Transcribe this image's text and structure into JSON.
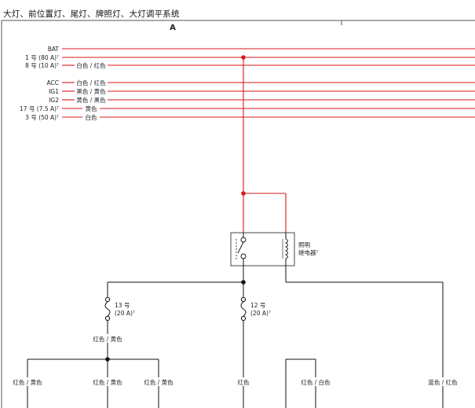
{
  "page": {
    "title": "大灯、前位置灯、尾灯、牌照灯、大灯调平系统"
  },
  "diagram": {
    "section_label": "A",
    "colors": {
      "powered": "#d7191c",
      "wire": "#111111",
      "frame": "#555555"
    },
    "power_rails": [
      {
        "label": "BAT",
        "wire_color": ""
      },
      {
        "label": "1 号 (80 A)ᵀ",
        "wire_color": ""
      },
      {
        "label": "8 号 (10 A)ᵀ",
        "wire_color": "白色 / 红色"
      },
      {
        "label": "ACC",
        "wire_color": "白色 / 红色"
      },
      {
        "label": "IG1",
        "wire_color": "黑色 / 黄色"
      },
      {
        "label": "IG2",
        "wire_color": "黄色 / 黑色"
      },
      {
        "label": "17 号 (7.5 A)ᵀ",
        "wire_color": "黄色"
      },
      {
        "label": "3 号 (50 A)ᵀ",
        "wire_color": "白色"
      }
    ],
    "relay": {
      "name": "照明\n继电器ᵀ",
      "line1": "照明",
      "line2": "继电器ᵀ"
    },
    "fuses": [
      {
        "line1": "13 号",
        "line2": "(20 A)ᵀ",
        "wire_color": "红色 / 黄色"
      },
      {
        "line1": "12 号",
        "line2": "(20 A)ᵀ"
      }
    ],
    "bottom_wires": [
      "红色 / 黄色",
      "红色 / 黄色",
      "红色 / 黄色",
      "红色",
      "红色 / 白色",
      "蓝色 / 红色"
    ]
  }
}
